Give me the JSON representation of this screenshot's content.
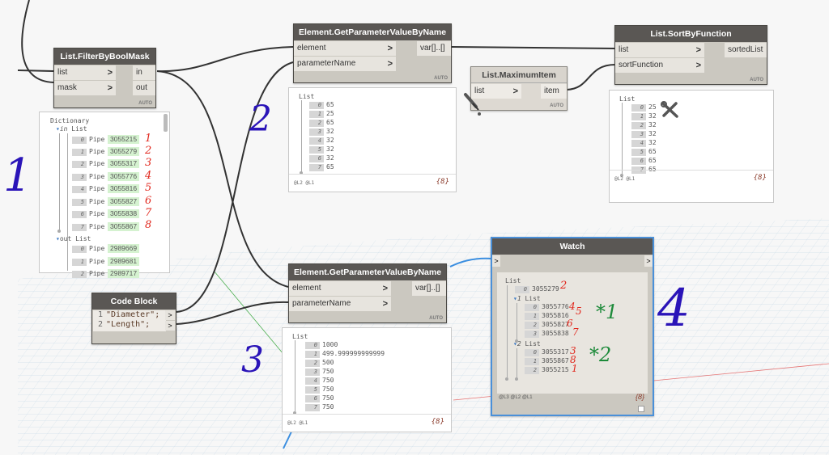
{
  "nodes": {
    "filter": {
      "title": "List.FilterByBoolMask",
      "inputs": [
        "list",
        "mask"
      ],
      "outputs": [
        "in",
        "out"
      ],
      "lacing": "AUTO",
      "preview": {
        "root": "Dictionary",
        "in_key": "in",
        "in_label": "List",
        "out_key": "out",
        "out_label": "List",
        "in_items": [
          {
            "i": "0",
            "type": "Pipe",
            "id": "3055215"
          },
          {
            "i": "1",
            "type": "Pipe",
            "id": "3055279"
          },
          {
            "i": "2",
            "type": "Pipe",
            "id": "3055317"
          },
          {
            "i": "3",
            "type": "Pipe",
            "id": "3055776"
          },
          {
            "i": "4",
            "type": "Pipe",
            "id": "3055816"
          },
          {
            "i": "5",
            "type": "Pipe",
            "id": "3055827"
          },
          {
            "i": "6",
            "type": "Pipe",
            "id": "3055838"
          },
          {
            "i": "7",
            "type": "Pipe",
            "id": "3055867"
          }
        ],
        "out_items": [
          {
            "i": "0",
            "type": "Pipe",
            "id": "2989669"
          },
          {
            "i": "1",
            "type": "Pipe",
            "id": "2989681"
          },
          {
            "i": "2",
            "type": "Pipe",
            "id": "2989717"
          }
        ]
      }
    },
    "getparam1": {
      "title": "Element.GetParameterValueByName",
      "inputs": [
        "element",
        "parameterName"
      ],
      "outputs": [
        "var[]..[]"
      ],
      "lacing": "AUTO",
      "preview": {
        "label": "List",
        "items": [
          {
            "i": "0",
            "v": "65"
          },
          {
            "i": "1",
            "v": "25"
          },
          {
            "i": "2",
            "v": "65"
          },
          {
            "i": "3",
            "v": "32"
          },
          {
            "i": "4",
            "v": "32"
          },
          {
            "i": "5",
            "v": "32"
          },
          {
            "i": "6",
            "v": "32"
          },
          {
            "i": "7",
            "v": "65"
          }
        ],
        "levels": "@L2 @L1",
        "count": "{8}"
      }
    },
    "maxitem": {
      "title": "List.MaximumItem",
      "inputs": [
        "list"
      ],
      "outputs": [
        "item"
      ],
      "lacing": "AUTO"
    },
    "sortbyfn": {
      "title": "List.SortByFunction",
      "inputs": [
        "list",
        "sortFunction"
      ],
      "outputs": [
        "sortedList"
      ],
      "lacing": "AUTO",
      "preview": {
        "label": "List",
        "items": [
          {
            "i": "0",
            "v": "25"
          },
          {
            "i": "1",
            "v": "32"
          },
          {
            "i": "2",
            "v": "32"
          },
          {
            "i": "3",
            "v": "32"
          },
          {
            "i": "4",
            "v": "32"
          },
          {
            "i": "5",
            "v": "65"
          },
          {
            "i": "6",
            "v": "65"
          },
          {
            "i": "7",
            "v": "65"
          }
        ],
        "levels": "@L2 @L1",
        "count": "{8}"
      }
    },
    "getparam2": {
      "title": "Element.GetParameterValueByName",
      "inputs": [
        "element",
        "parameterName"
      ],
      "outputs": [
        "var[]..[]"
      ],
      "lacing": "AUTO",
      "preview": {
        "label": "List",
        "items": [
          {
            "i": "0",
            "v": "1000"
          },
          {
            "i": "1",
            "v": "499.999999999999"
          },
          {
            "i": "2",
            "v": "500"
          },
          {
            "i": "3",
            "v": "750"
          },
          {
            "i": "4",
            "v": "750"
          },
          {
            "i": "5",
            "v": "750"
          },
          {
            "i": "6",
            "v": "750"
          },
          {
            "i": "7",
            "v": "750"
          }
        ],
        "levels": "@L2 @L1",
        "count": "{8}"
      }
    },
    "codeblock": {
      "title": "Code Block",
      "lines": [
        {
          "n": "1",
          "code": "\"Diameter\";"
        },
        {
          "n": "2",
          "code": "\"Length\";"
        }
      ],
      "out_symbol": ">"
    },
    "watch": {
      "title": "Watch",
      "in_symbol": ">",
      "out_symbol": ">",
      "root_label": "List",
      "item0": {
        "i": "0",
        "v": "3055279"
      },
      "sub1": {
        "i": "1",
        "label": "List",
        "items": [
          {
            "i": "0",
            "v": "3055776"
          },
          {
            "i": "1",
            "v": "3055816"
          },
          {
            "i": "2",
            "v": "3055827"
          },
          {
            "i": "3",
            "v": "3055838"
          }
        ]
      },
      "sub2": {
        "i": "2",
        "label": "List",
        "items": [
          {
            "i": "0",
            "v": "3055317"
          },
          {
            "i": "1",
            "v": "3055867"
          },
          {
            "i": "2",
            "v": "3055215"
          }
        ]
      },
      "levels": "@L3 @L2 @L1",
      "count": "{8}"
    }
  },
  "annotations": {
    "blue_numbers": [
      "1",
      "2",
      "3",
      "4"
    ],
    "red_filter": [
      "1",
      "2",
      "3",
      "4",
      "5",
      "6",
      "7",
      "8"
    ],
    "red_watch": [
      "2",
      "4",
      "5",
      "6",
      "7",
      "3",
      "8",
      "1"
    ],
    "green_group1": "*1",
    "green_group2": "*2"
  },
  "colors": {
    "node_header": "#5a5754",
    "node_body": "#cbc8c0",
    "wire": "#333333",
    "watch_selected_border": "#4a90d9",
    "value_highlight": "#d5f2d0"
  }
}
